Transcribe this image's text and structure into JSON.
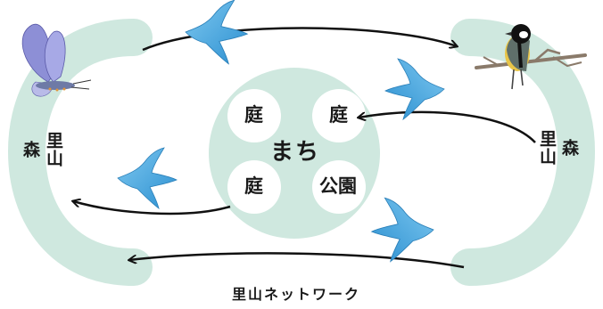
{
  "center": {
    "title": "まち",
    "spots": [
      "庭",
      "庭",
      "庭",
      "公園"
    ]
  },
  "left": {
    "satoyama": "里山",
    "mori": "森"
  },
  "right": {
    "satoyama": "里山",
    "mori": "森"
  },
  "caption": "里山ネットワーク",
  "colors": {
    "ring": "#cfe8df",
    "town": "#cfe8df",
    "arrow": "#111111",
    "bird": "#3aa1dc",
    "butterfly": "#8d8fd6",
    "tit_body": "#e8c548"
  },
  "icons": [
    "butterfly-icon",
    "great-tit-icon",
    "flying-bird-icon"
  ]
}
